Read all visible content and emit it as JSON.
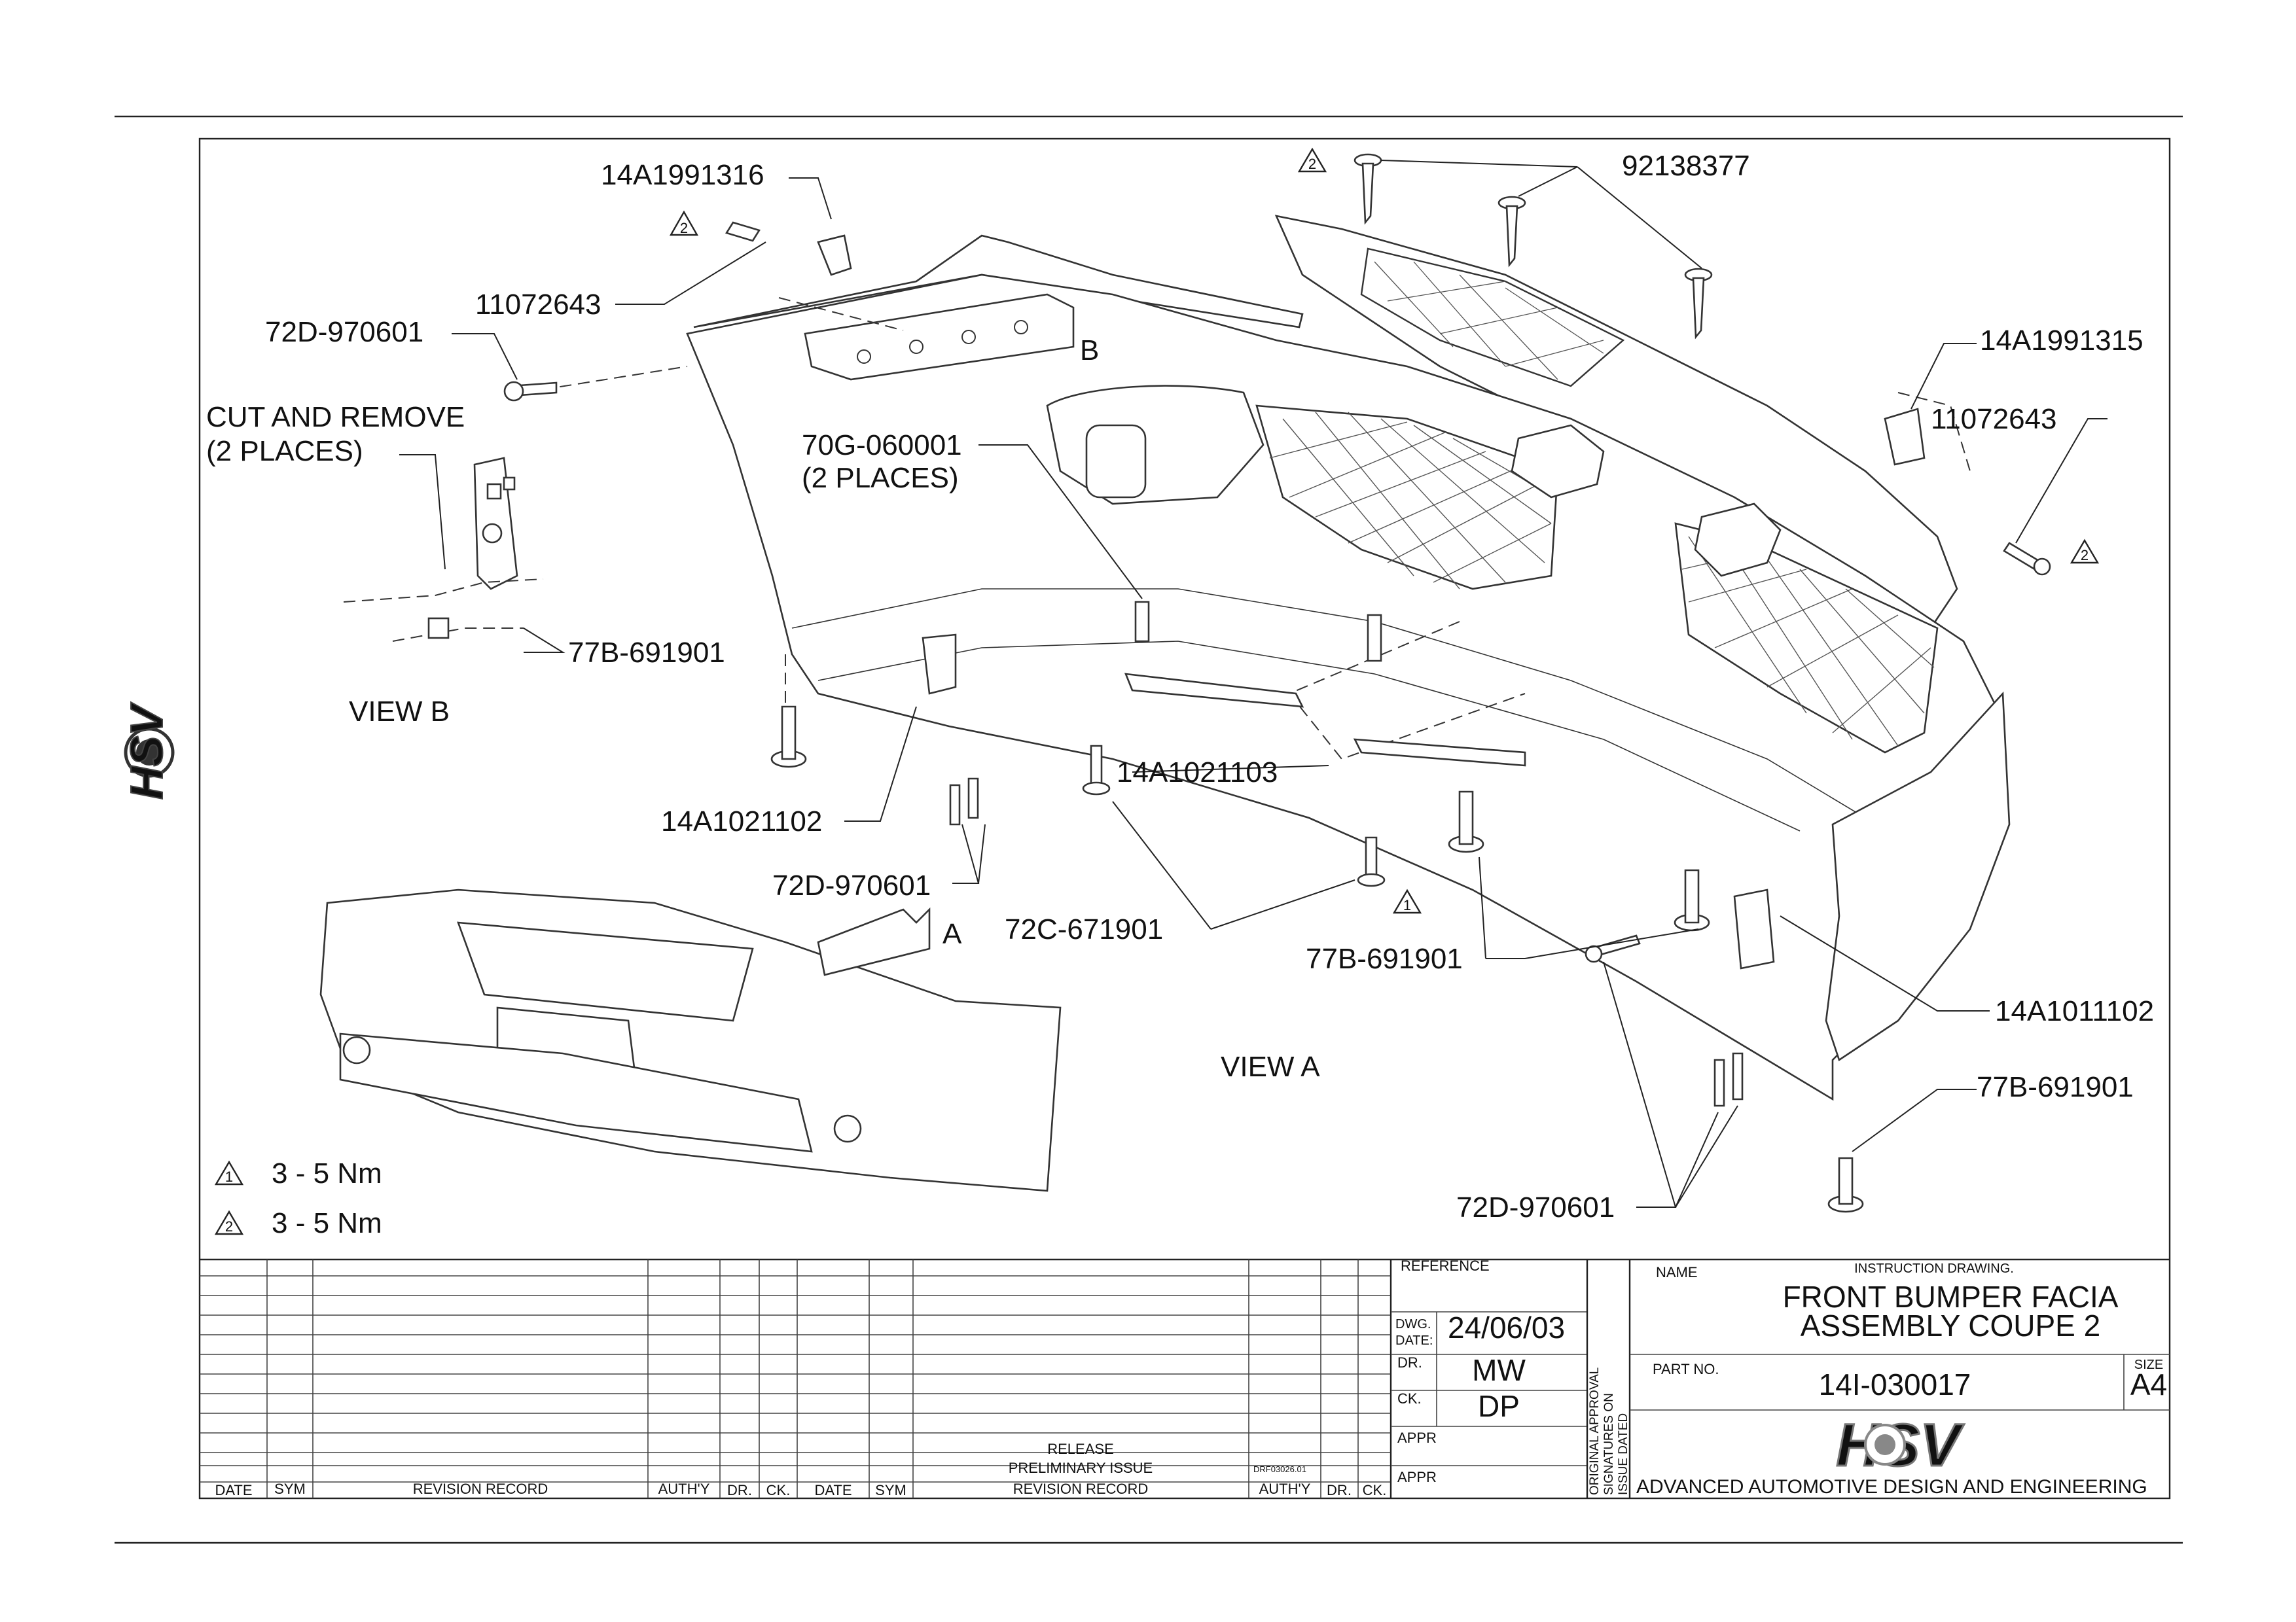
{
  "labels": {
    "p14A1991316": "14A1991316",
    "p11072643_left": "11072643",
    "p72D970601_topleft": "72D-970601",
    "cut_remove_1": "CUT AND REMOVE",
    "cut_remove_2": "(2 PLACES)",
    "p70G060001": "70G-060001",
    "p70G060001_places": "(2 PLACES)",
    "p77B691901_viewb": "77B-691901",
    "view_b": "VIEW B",
    "view_b_marker": "B",
    "p14A1021102": "14A1021102",
    "p72D970601_mid": "72D-970601",
    "view_a_marker": "A",
    "p14A1021103": "14A1021103",
    "p72C671901": "72C-671901",
    "p77B691901_center": "77B-691901",
    "view_a": "VIEW A",
    "p92138377": "92138377",
    "p14A1991315": "14A1991315",
    "p11072643_right": "11072643",
    "p14A1011102": "14A1011102",
    "p77B691901_right": "77B-691901",
    "p72D970601_bottom": "72D-970601"
  },
  "torque_notes": [
    {
      "symbol": "1",
      "text": "3 - 5 Nm"
    },
    {
      "symbol": "2",
      "text": "3 - 5 Nm"
    }
  ],
  "callout_triangles": {
    "t1": "2",
    "t2": "2",
    "t3": "2",
    "t4": "1"
  },
  "title_block": {
    "reference_label": "REFERENCE",
    "dwg_date_label_1": "DWG.",
    "dwg_date_label_2": "DATE:",
    "dwg_date": "24/06/03",
    "dr_label": "DR.",
    "dr_value": "MW",
    "ck_label": "CK.",
    "ck_value": "DP",
    "appr_label_1": "APPR",
    "appr_label_2": "APPR",
    "approval_note_1": "ORIGINAL APPROVAL",
    "approval_note_2": "SIGNATURES ON",
    "approval_note_3": "ISSUE DATED",
    "name_label": "NAME",
    "drawing_type": "INSTRUCTION DRAWING.",
    "title_line_1": "FRONT BUMPER FACIA",
    "title_line_2": "ASSEMBLY COUPE 2",
    "part_no_label": "PART NO.",
    "part_no": "14I-030017",
    "size_label": "SIZE",
    "size_value": "A4",
    "logo_text": "HSV",
    "company": "ADVANCED AUTOMOTIVE DESIGN AND ENGINEERING",
    "release": "RELEASE",
    "preliminary": "PRELIMINARY ISSUE",
    "form_code": "DRF03026.01"
  },
  "revision_headers": [
    "DATE",
    "SYM",
    "REVISION RECORD",
    "AUTH'Y",
    "DR.",
    "CK.",
    "DATE",
    "SYM",
    "REVISION RECORD",
    "AUTH'Y",
    "DR.",
    "CK."
  ],
  "side_logo": "HSV"
}
